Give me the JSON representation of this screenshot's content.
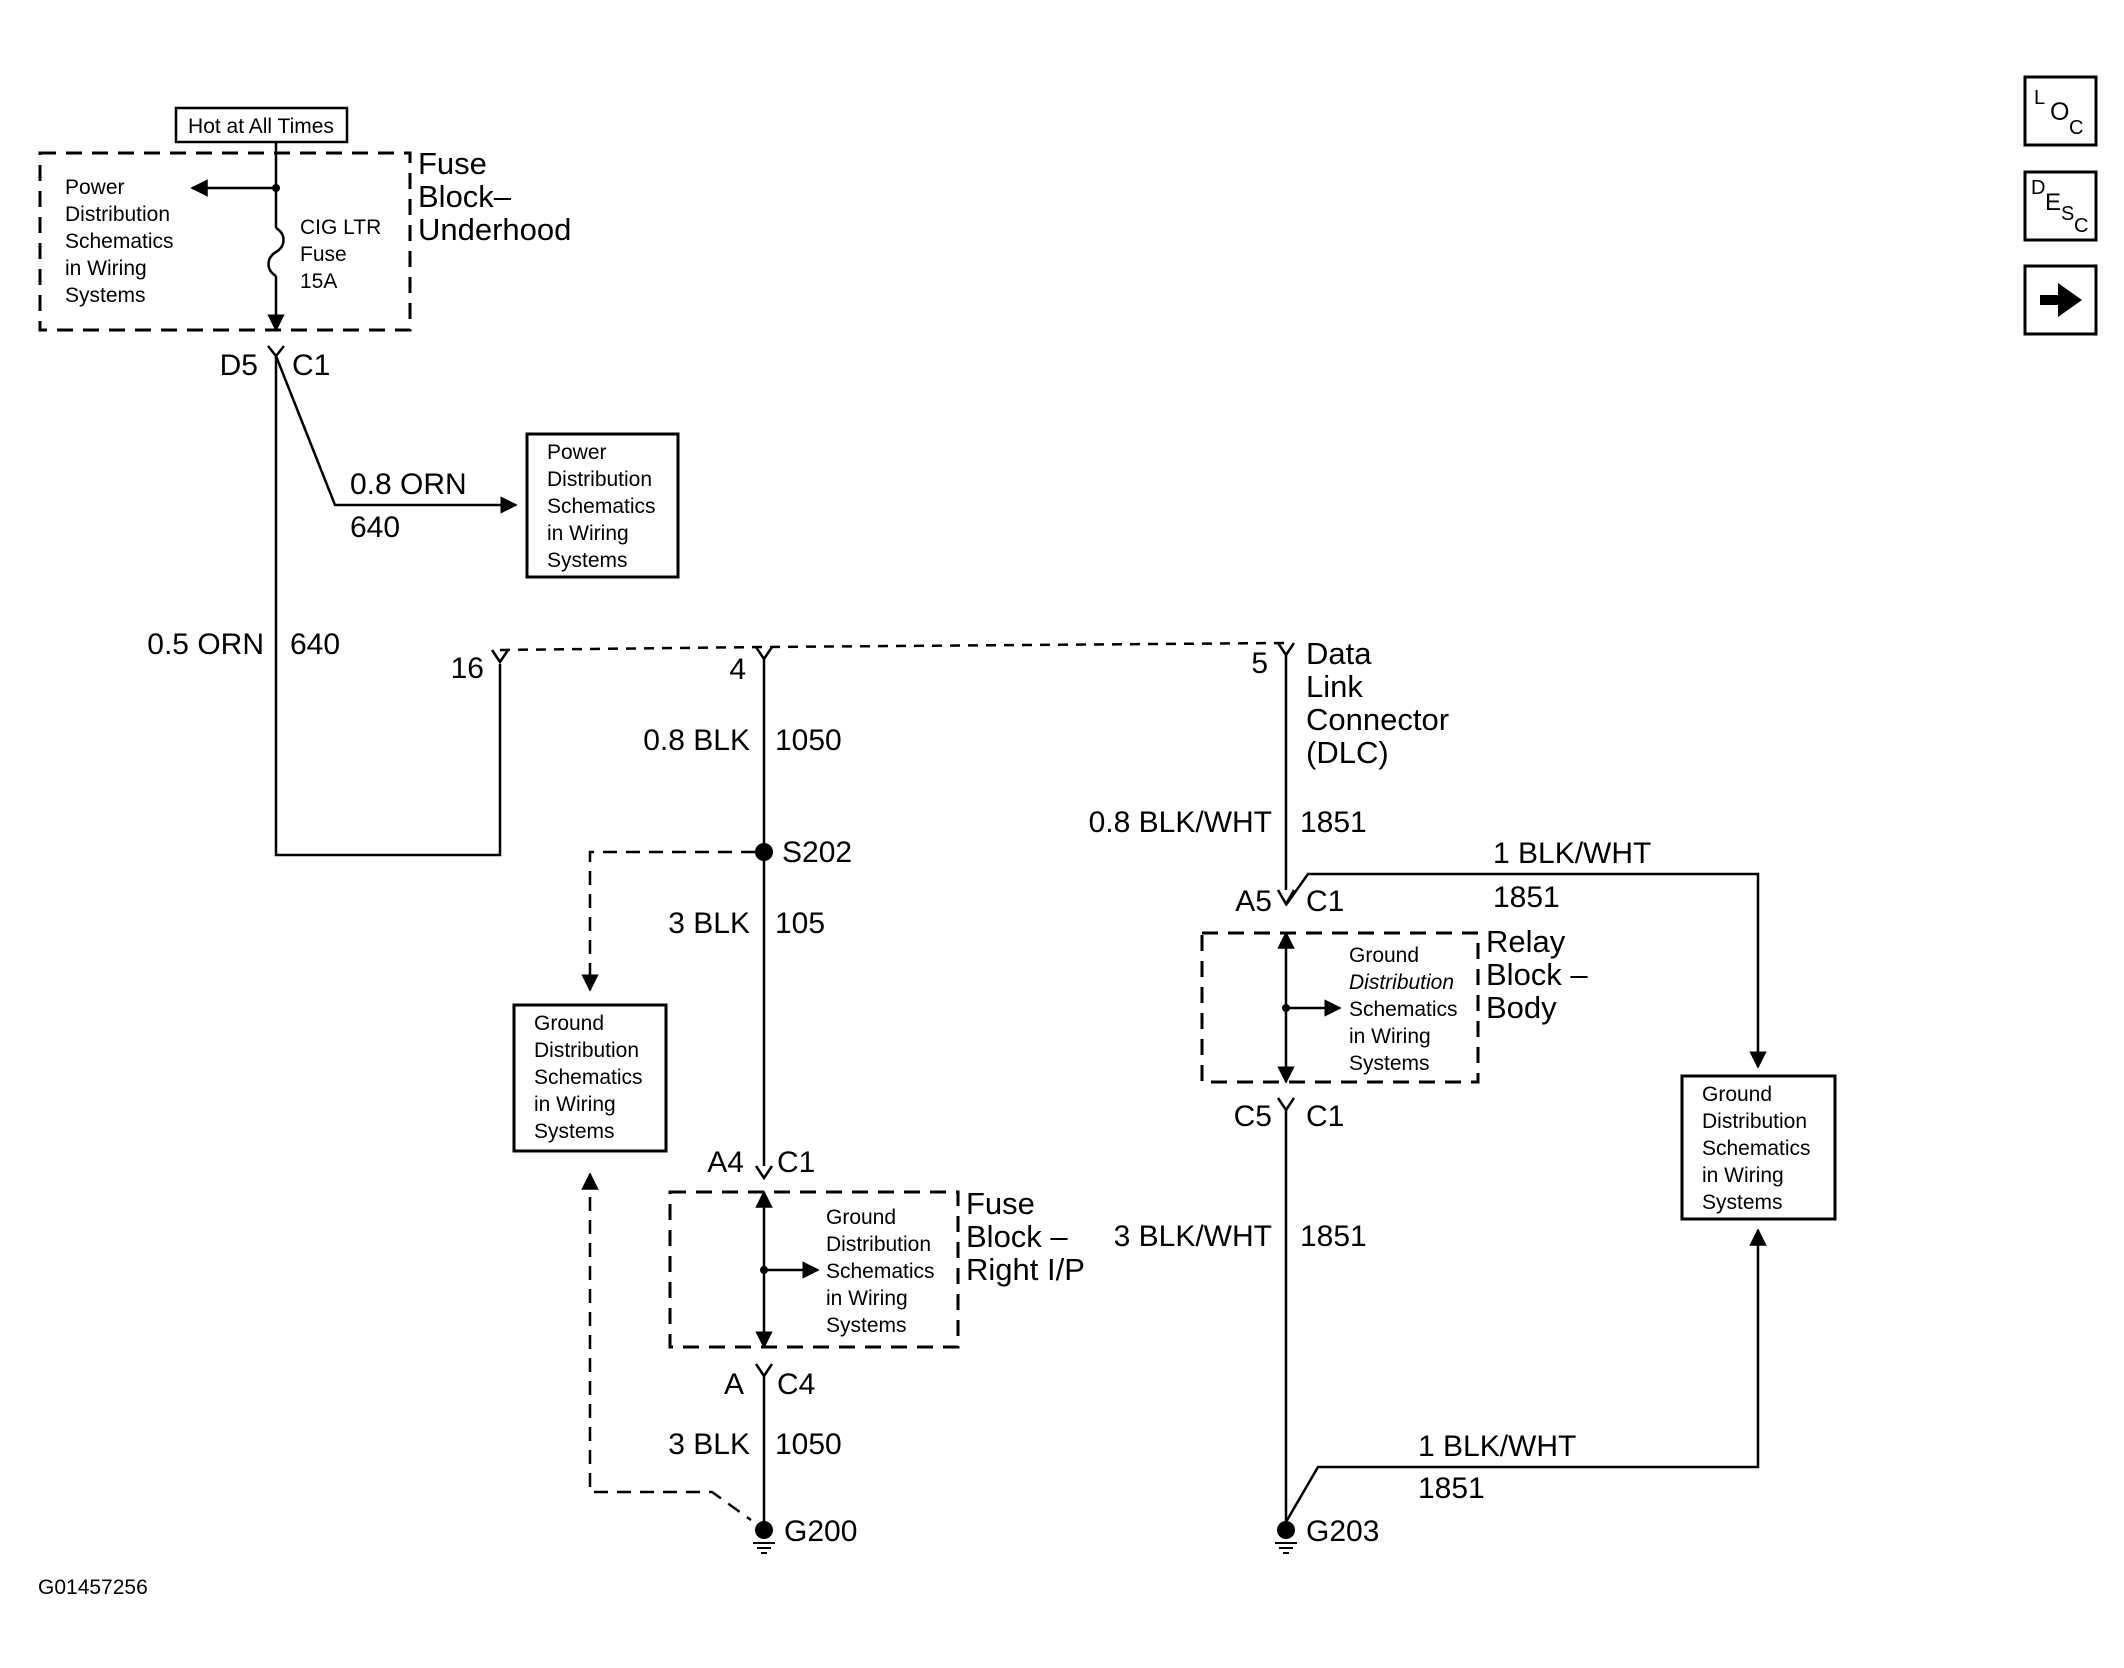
{
  "fuse_block_underhood": {
    "hot_label": "Hot at All Times",
    "title": [
      "Fuse",
      "Block–",
      "Underhood"
    ],
    "power_ref": [
      "Power",
      "Distribution",
      "Schematics",
      "in Wiring",
      "Systems"
    ],
    "fuse_name": [
      "CIG LTR",
      "Fuse",
      "15A"
    ],
    "pin": "D5",
    "connector": "C1"
  },
  "power_ref_box": [
    "Power",
    "Distribution",
    "Schematics",
    "in Wiring",
    "Systems"
  ],
  "wires": {
    "w_orn_08": {
      "gauge": "0.8 ORN",
      "circuit": "640"
    },
    "w_orn_05": {
      "gauge": "0.5 ORN",
      "circuit": "640"
    },
    "w_blk_08": {
      "gauge": "0.8 BLK",
      "circuit": "1050"
    },
    "w_blk_3": {
      "gauge": "3 BLK",
      "circuit": "105"
    },
    "w_blk_3_lower": {
      "gauge": "3 BLK",
      "circuit": "1050"
    },
    "w_blkwht_08": {
      "gauge": "0.8 BLK/WHT",
      "circuit": "1851"
    },
    "w_blkwht_1_top": {
      "gauge": "1 BLK/WHT",
      "circuit": "1851"
    },
    "w_blkwht_3": {
      "gauge": "3 BLK/WHT",
      "circuit": "1851"
    },
    "w_blkwht_1_bottom": {
      "gauge": "1 BLK/WHT",
      "circuit": "1851"
    }
  },
  "dlc": {
    "title": [
      "Data",
      "Link",
      "Connector",
      "(DLC)"
    ],
    "pins": [
      "16",
      "4",
      "5"
    ]
  },
  "splice": "S202",
  "ground_ref": [
    "Ground",
    "Distribution",
    "Schematics",
    "in Wiring",
    "Systems"
  ],
  "fuse_block_right_ip": {
    "title": [
      "Fuse",
      "Block –",
      "Right I/P"
    ],
    "top_pin": "A4",
    "top_connector": "C1",
    "bottom_pin": "A",
    "bottom_connector": "C4"
  },
  "relay_block_body": {
    "title": [
      "Relay",
      "Block –",
      "Body"
    ],
    "top_pin": "A5",
    "top_connector": "C1",
    "bottom_pin": "C5",
    "bottom_connector": "C1"
  },
  "grounds": [
    "G200",
    "G203"
  ],
  "figure_id": "G01457256",
  "nav": {
    "loc": [
      "L",
      "O",
      "C"
    ],
    "desc": [
      "D",
      "E",
      "S",
      "C"
    ],
    "next_icon": "arrow-right-icon"
  }
}
